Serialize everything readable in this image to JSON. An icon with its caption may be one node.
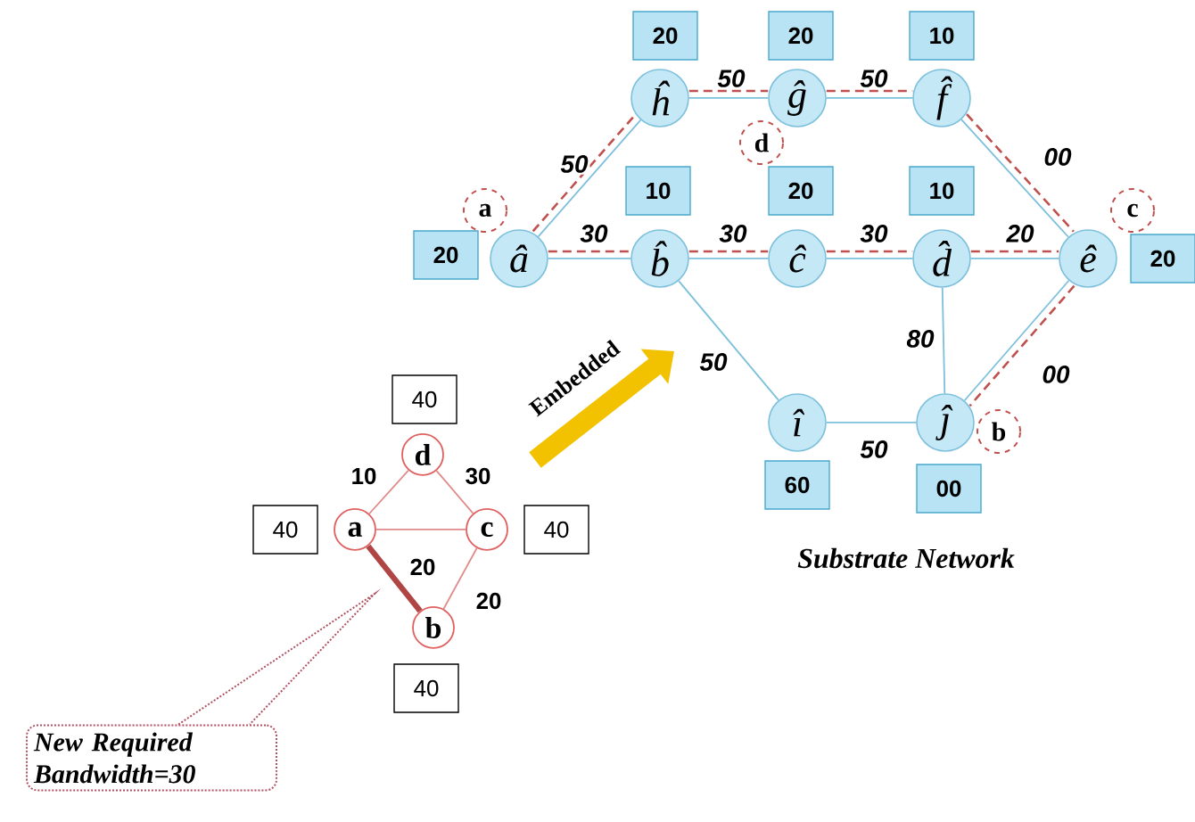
{
  "diagram": {
    "nodes": [
      {
        "text": [
          "ĥ"
        ]
      },
      {
        "text": [
          "ĝ"
        ]
      },
      {
        "text": [
          "f̂"
        ]
      },
      {
        "text": [
          "â"
        ]
      },
      {
        "text": [
          "b̂"
        ]
      },
      {
        "text": [
          "ĉ"
        ]
      },
      {
        "text": [
          "d̂"
        ]
      },
      {
        "text": [
          "ê"
        ]
      },
      {
        "text": [
          "î"
        ]
      },
      {
        "text": [
          "ĵ"
        ]
      },
      {
        "text": [
          "20"
        ]
      },
      {
        "text": [
          "20"
        ]
      },
      {
        "text": [
          "10"
        ]
      },
      {
        "text": [
          "20"
        ]
      },
      {
        "text": [
          "10"
        ]
      },
      {
        "text": [
          "20"
        ]
      },
      {
        "text": [
          "10"
        ]
      },
      {
        "text": [
          "20"
        ]
      },
      {
        "text": [
          "60"
        ]
      },
      {
        "text": [
          "00"
        ]
      },
      {
        "text": [
          "a"
        ]
      },
      {
        "text": [
          "d"
        ]
      },
      {
        "text": [
          "c"
        ]
      },
      {
        "text": [
          "b"
        ]
      },
      {
        "text": [
          "d"
        ]
      },
      {
        "text": [
          "a"
        ]
      },
      {
        "text": [
          "c"
        ]
      },
      {
        "text": [
          "b"
        ]
      },
      {
        "text": [
          "40"
        ]
      },
      {
        "text": [
          "40"
        ]
      },
      {
        "text": [
          "40"
        ]
      },
      {
        "text": [
          "40"
        ]
      },
      {
        "text": [
          "New Required Bandwidth=30"
        ]
      }
    ],
    "edges": [
      {
        "from": 3,
        "to": 0,
        "arrow": "none",
        "label": "50"
      },
      {
        "from": 0,
        "to": 1,
        "arrow": "none",
        "label": "50"
      },
      {
        "from": 1,
        "to": 2,
        "arrow": "none",
        "label": "50"
      },
      {
        "from": 2,
        "to": 7,
        "arrow": "none",
        "label": "00"
      },
      {
        "from": 3,
        "to": 4,
        "arrow": "none",
        "label": "30"
      },
      {
        "from": 4,
        "to": 5,
        "arrow": "none",
        "label": "30"
      },
      {
        "from": 5,
        "to": 6,
        "arrow": "none",
        "label": "30"
      },
      {
        "from": 6,
        "to": 7,
        "arrow": "none",
        "label": "20"
      },
      {
        "from": 4,
        "to": 8,
        "arrow": "none",
        "label": "50"
      },
      {
        "from": 8,
        "to": 9,
        "arrow": "none",
        "label": "50"
      },
      {
        "from": 6,
        "to": 9,
        "arrow": "none",
        "label": "80"
      },
      {
        "from": 7,
        "to": 9,
        "arrow": "none",
        "label": "00"
      },
      {
        "from": 3,
        "to": 0,
        "arrow": "none",
        "style": "dashed",
        "color": "#c0504d"
      },
      {
        "from": 0,
        "to": 1,
        "arrow": "none",
        "style": "dashed",
        "color": "#c0504d"
      },
      {
        "from": 1,
        "to": 2,
        "arrow": "none",
        "style": "dashed",
        "color": "#c0504d"
      },
      {
        "from": 2,
        "to": 7,
        "arrow": "none",
        "style": "dashed",
        "color": "#c0504d"
      },
      {
        "from": 3,
        "to": 4,
        "arrow": "none",
        "style": "dashed",
        "color": "#c0504d"
      },
      {
        "from": 4,
        "to": 5,
        "arrow": "none",
        "style": "dashed",
        "color": "#c0504d"
      },
      {
        "from": 5,
        "to": 6,
        "arrow": "none",
        "style": "dashed",
        "color": "#c0504d"
      },
      {
        "from": 6,
        "to": 7,
        "arrow": "none",
        "style": "dashed",
        "color": "#c0504d"
      },
      {
        "from": 7,
        "to": 9,
        "arrow": "none",
        "style": "dashed",
        "color": "#c0504d"
      },
      {
        "from": 25,
        "to": 24,
        "arrow": "none",
        "label": "10",
        "color": "#e08a8a"
      },
      {
        "from": 24,
        "to": 26,
        "arrow": "none",
        "label": "30",
        "color": "#e08a8a"
      },
      {
        "from": 25,
        "to": 26,
        "arrow": "none",
        "color": "#e08a8a"
      },
      {
        "from": 25,
        "to": 27,
        "arrow": "none",
        "label": "20",
        "style": "thick",
        "color": "#b04545"
      },
      {
        "from": 26,
        "to": 27,
        "arrow": "none",
        "label": "20",
        "color": "#e08a8a"
      },
      {
        "from": 32,
        "to": null,
        "arrow": "none",
        "style": "dashed",
        "color": "#b05060"
      }
    ],
    "labels": [
      "Embedded",
      "Substrate Network"
    ]
  }
}
